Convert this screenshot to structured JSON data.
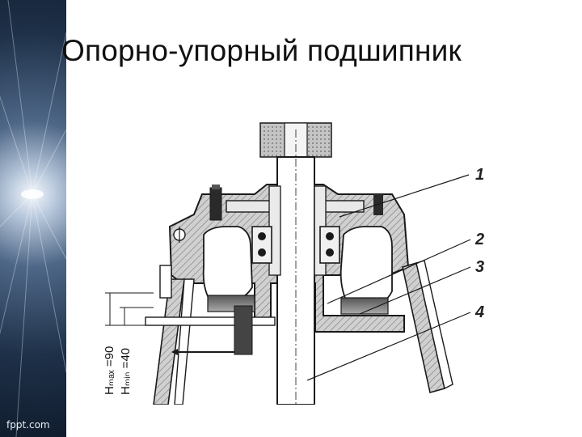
{
  "slide": {
    "title": "Опорно-упорный подшипник",
    "brand": "fppt.com"
  },
  "diagram": {
    "callouts": [
      "1",
      "2",
      "3",
      "4"
    ],
    "dimensions": [
      "Hₘₐₓ =90",
      "Hₘᵢₙ =40"
    ]
  },
  "colors": {
    "sidebar_dark": "#1e3048",
    "sidebar_light": "#f4f8fc",
    "hatch_fill": "#c8c8c8",
    "outline": "#1a1a1a"
  }
}
